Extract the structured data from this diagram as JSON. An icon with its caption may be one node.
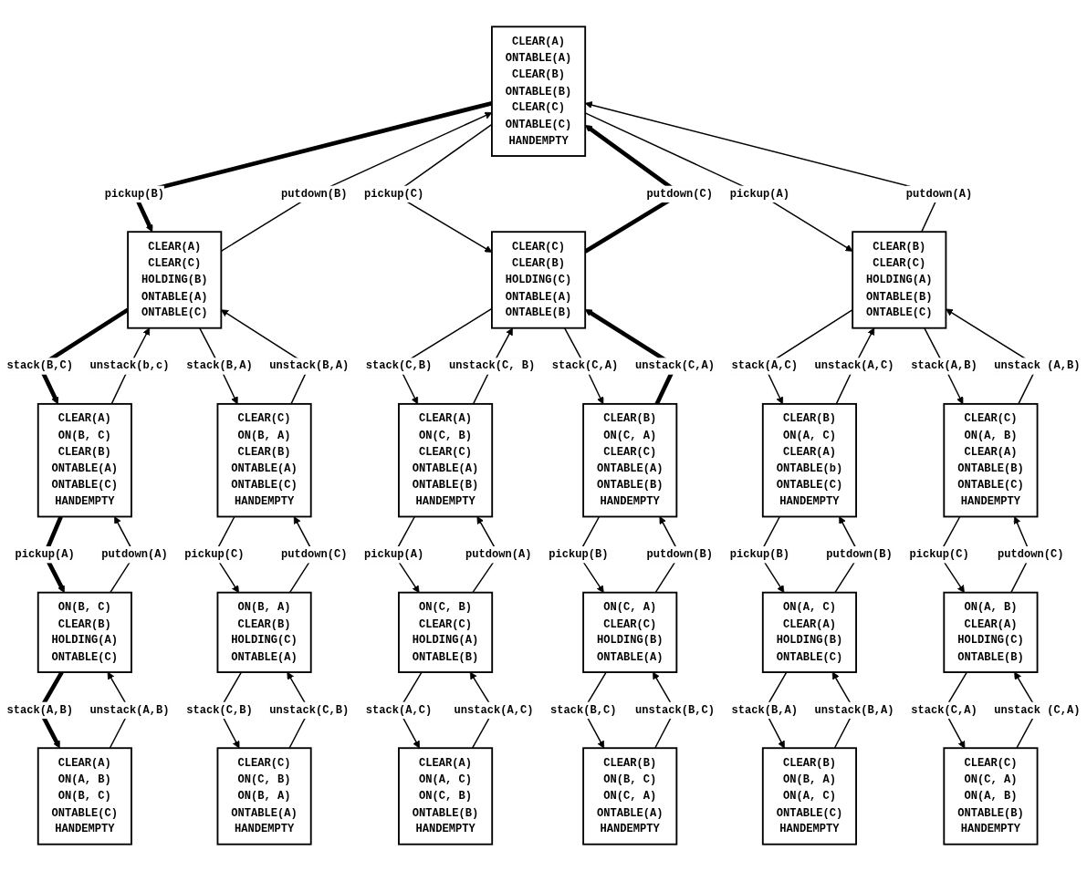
{
  "diagram": {
    "nodes": [
      {
        "text": [
          "CLEAR(A)",
          "ONTABLE(A)",
          "CLEAR(B)",
          "ONTABLE(B)",
          "CLEAR(C)",
          "ONTABLE(C)",
          "HANDEMPTY"
        ]
      },
      {
        "text": [
          "CLEAR(A)",
          "CLEAR(C)",
          "HOLDING(B)",
          "ONTABLE(A)",
          "ONTABLE(C)"
        ]
      },
      {
        "text": [
          "CLEAR(C)",
          "CLEAR(B)",
          "HOLDING(C)",
          "ONTABLE(A)",
          "ONTABLE(B)"
        ]
      },
      {
        "text": [
          "CLEAR(B)",
          "CLEAR(C)",
          "HOLDING(A)",
          "ONTABLE(B)",
          "ONTABLE(C)"
        ]
      },
      {
        "text": [
          "CLEAR(A)",
          "ON(B, C)",
          "CLEAR(B)",
          "ONTABLE(A)",
          "ONTABLE(C)",
          "HANDEMPTY"
        ]
      },
      {
        "text": [
          "CLEAR(C)",
          "ON(B, A)",
          "CLEAR(B)",
          "ONTABLE(A)",
          "ONTABLE(C)",
          "HANDEMPTY"
        ]
      },
      {
        "text": [
          "CLEAR(A)",
          "ON(C, B)",
          "CLEAR(C)",
          "ONTABLE(A)",
          "ONTABLE(B)",
          "HANDEMPTY"
        ]
      },
      {
        "text": [
          "CLEAR(B)",
          "ON(C, A)",
          "CLEAR(C)",
          "ONTABLE(A)",
          "ONTABLE(B)",
          "HANDEMPTY"
        ]
      },
      {
        "text": [
          "CLEAR(B)",
          "ON(A, C)",
          "CLEAR(A)",
          "ONTABLE(b)",
          "ONTABLE(C)",
          "HANDEMPTY"
        ]
      },
      {
        "text": [
          "CLEAR(C)",
          "ON(A, B)",
          "CLEAR(A)",
          "ONTABLE(B)",
          "ONTABLE(C)",
          "HANDEMPTY"
        ]
      },
      {
        "text": [
          "ON(B, C)",
          "CLEAR(B)",
          "HOLDING(A)",
          "ONTABLE(C)"
        ]
      },
      {
        "text": [
          "ON(B, A)",
          "CLEAR(B)",
          "HOLDING(C)",
          "ONTABLE(A)"
        ]
      },
      {
        "text": [
          "ON(C, B)",
          "CLEAR(C)",
          "HOLDING(A)",
          "ONTABLE(B)"
        ]
      },
      {
        "text": [
          "ON(C, A)",
          "CLEAR(C)",
          "HOLDING(B)",
          "ONTABLE(A)"
        ]
      },
      {
        "text": [
          "ON(A, C)",
          "CLEAR(A)",
          "HOLDING(B)",
          "ONTABLE(C)"
        ]
      },
      {
        "text": [
          "ON(A, B)",
          "CLEAR(A)",
          "HOLDING(C)",
          "ONTABLE(B)"
        ]
      },
      {
        "text": [
          "CLEAR(A)",
          "ON(A, B)",
          "ON(B, C)",
          "ONTABLE(C)",
          "HANDEMPTY"
        ]
      },
      {
        "text": [
          "CLEAR(C)",
          "ON(C, B)",
          "ON(B, A)",
          "ONTABLE(A)",
          "HANDEMPTY"
        ]
      },
      {
        "text": [
          "CLEAR(A)",
          "ON(A, C)",
          "ON(C, B)",
          "ONTABLE(B)",
          "HANDEMPTY"
        ]
      },
      {
        "text": [
          "CLEAR(B)",
          "ON(B, C)",
          "ON(C, A)",
          "ONTABLE(A)",
          "HANDEMPTY"
        ]
      },
      {
        "text": [
          "CLEAR(B)",
          "ON(B, A)",
          "ON(A, C)",
          "ONTABLE(C)",
          "HANDEMPTY"
        ]
      },
      {
        "text": [
          "CLEAR(C)",
          "ON(C, A)",
          "ON(A, B)",
          "ONTABLE(B)",
          "HANDEMPTY"
        ]
      }
    ],
    "edges": [
      {
        "from": 0,
        "to": 1,
        "arrow": "to",
        "label": "pickup(B)",
        "style": "thick"
      },
      {
        "from": 1,
        "to": 0,
        "arrow": "to",
        "label": "putdown(B)"
      },
      {
        "from": 0,
        "to": 2,
        "arrow": "to",
        "label": "pickup(C)"
      },
      {
        "from": 2,
        "to": 0,
        "arrow": "to",
        "label": "putdown(C)",
        "style": "thick"
      },
      {
        "from": 0,
        "to": 3,
        "arrow": "to",
        "label": "pickup(A)"
      },
      {
        "from": 3,
        "to": 0,
        "arrow": "to",
        "label": "putdown(A)"
      },
      {
        "from": 1,
        "to": 4,
        "arrow": "to",
        "label": "stack(B,C)",
        "style": "thick"
      },
      {
        "from": 4,
        "to": 1,
        "arrow": "to",
        "label": "unstack(b,c)"
      },
      {
        "from": 1,
        "to": 5,
        "arrow": "to",
        "label": "stack(B,A)"
      },
      {
        "from": 5,
        "to": 1,
        "arrow": "to",
        "label": "unstack(B,A)"
      },
      {
        "from": 2,
        "to": 6,
        "arrow": "to",
        "label": "stack(C,B)"
      },
      {
        "from": 6,
        "to": 2,
        "arrow": "to",
        "label": "unstack(C, B)"
      },
      {
        "from": 2,
        "to": 7,
        "arrow": "to",
        "label": "stack(C,A)"
      },
      {
        "from": 7,
        "to": 2,
        "arrow": "to",
        "label": "unstack(C,A)",
        "style": "thick"
      },
      {
        "from": 3,
        "to": 8,
        "arrow": "to",
        "label": "stack(A,C)"
      },
      {
        "from": 8,
        "to": 3,
        "arrow": "to",
        "label": "unstack(A,C)"
      },
      {
        "from": 3,
        "to": 9,
        "arrow": "to",
        "label": "stack(A,B)"
      },
      {
        "from": 9,
        "to": 3,
        "arrow": "to",
        "label": "unstack (A,B)"
      },
      {
        "from": 4,
        "to": 10,
        "arrow": "to",
        "label": "pickup(A)",
        "style": "thick"
      },
      {
        "from": 10,
        "to": 4,
        "arrow": "to",
        "label": "putdown(A)"
      },
      {
        "from": 5,
        "to": 11,
        "arrow": "to",
        "label": "pickup(C)"
      },
      {
        "from": 11,
        "to": 5,
        "arrow": "to",
        "label": "putdown(C)"
      },
      {
        "from": 6,
        "to": 12,
        "arrow": "to",
        "label": "pickup(A)"
      },
      {
        "from": 12,
        "to": 6,
        "arrow": "to",
        "label": "putdown(A)"
      },
      {
        "from": 7,
        "to": 13,
        "arrow": "to",
        "label": "pickup(B)"
      },
      {
        "from": 13,
        "to": 7,
        "arrow": "to",
        "label": "putdown(B)"
      },
      {
        "from": 8,
        "to": 14,
        "arrow": "to",
        "label": "pickup(B)"
      },
      {
        "from": 14,
        "to": 8,
        "arrow": "to",
        "label": "putdown(B)"
      },
      {
        "from": 9,
        "to": 15,
        "arrow": "to",
        "label": "pickup(C)"
      },
      {
        "from": 15,
        "to": 9,
        "arrow": "to",
        "label": "putdown(C)"
      },
      {
        "from": 10,
        "to": 16,
        "arrow": "to",
        "label": "stack(A,B)",
        "style": "thick"
      },
      {
        "from": 16,
        "to": 10,
        "arrow": "to",
        "label": "unstack(A,B)"
      },
      {
        "from": 11,
        "to": 17,
        "arrow": "to",
        "label": "stack(C,B)"
      },
      {
        "from": 17,
        "to": 11,
        "arrow": "to",
        "label": "unstack(C,B)"
      },
      {
        "from": 12,
        "to": 18,
        "arrow": "to",
        "label": "stack(A,C)"
      },
      {
        "from": 18,
        "to": 12,
        "arrow": "to",
        "label": "unstack(A,C)"
      },
      {
        "from": 13,
        "to": 19,
        "arrow": "to",
        "label": "stack(B,C)"
      },
      {
        "from": 19,
        "to": 13,
        "arrow": "to",
        "label": "unstack(B,C)"
      },
      {
        "from": 14,
        "to": 20,
        "arrow": "to",
        "label": "stack(B,A)"
      },
      {
        "from": 20,
        "to": 14,
        "arrow": "to",
        "label": "unstack(B,A)"
      },
      {
        "from": 15,
        "to": 21,
        "arrow": "to",
        "label": "stack(C,A)"
      },
      {
        "from": 21,
        "to": 15,
        "arrow": "to",
        "label": "unstack (C,A)"
      }
    ]
  }
}
